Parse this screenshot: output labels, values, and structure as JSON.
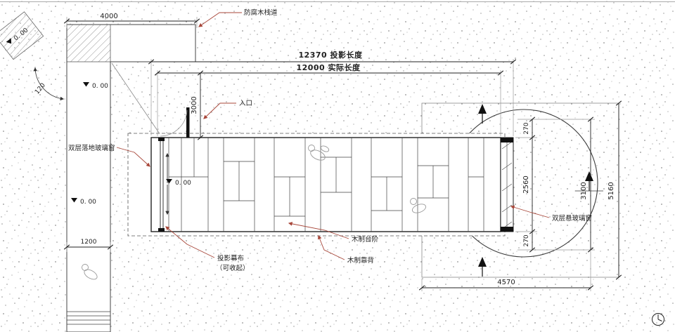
{
  "colors": {
    "leader": "#a8473a",
    "line": "#333333",
    "stipple": "#8f8f8f"
  },
  "dimensions": {
    "boardwalk_length": "4000",
    "projection_length": "12370 投影长度",
    "actual_length": "12000 实际长度",
    "entrance_depth": "3000",
    "gap_top": "270",
    "building_depth": "2560",
    "gap_bottom": "270",
    "terrace_inner_height": "3100",
    "terrace_outer_height": "5160",
    "terrace_width": "4570",
    "boardwalk_width": "1200",
    "path_angle": "120"
  },
  "labels": {
    "boardwalk": "防腐木栈道",
    "entrance": "入口",
    "left_glass": "双层落地玻璃窗",
    "right_glass": "双层悬玻璃窗",
    "wood_steps": "木制台阶",
    "wood_backrest": "木制靠背",
    "screen_line1": "投影幕布",
    "screen_line2": "（可收起）"
  },
  "elevations": {
    "corner": "0. 00",
    "walkway_upper": "0. 00",
    "walkway_lower": "0. 00",
    "interior": "0. 00"
  }
}
